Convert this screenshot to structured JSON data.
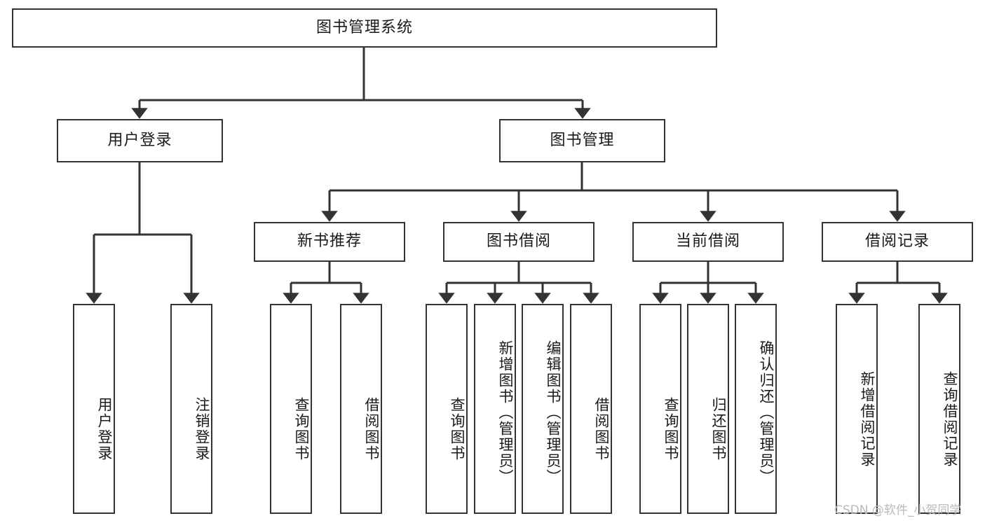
{
  "diagram": {
    "type": "tree-hierarchy-chart",
    "title": "图书管理系统",
    "watermark": "CSDN @软件_小贺同学",
    "colors": {
      "box_border": "#333333",
      "box_fill": "#ffffff",
      "edge": "#333333",
      "text": "#1a1a1a",
      "watermark": "#b9b9b9",
      "background": "#ffffff"
    },
    "root": {
      "id": "root",
      "label": "图书管理系统"
    },
    "level2": [
      {
        "id": "user-login",
        "label": "用户登录"
      },
      {
        "id": "book-manage",
        "label": "图书管理"
      }
    ],
    "level3": [
      {
        "id": "new-book-recommend",
        "label": "新书推荐",
        "parent": "book-manage"
      },
      {
        "id": "book-borrow",
        "label": "图书借阅",
        "parent": "book-manage"
      },
      {
        "id": "current-borrow",
        "label": "当前借阅",
        "parent": "book-manage"
      },
      {
        "id": "borrow-record",
        "label": "借阅记录",
        "parent": "book-manage"
      }
    ],
    "leaves": {
      "user_login": [
        {
          "id": "leaf-user-login",
          "label": "用户登录"
        },
        {
          "id": "leaf-user-logout",
          "label": "注销登录"
        }
      ],
      "new_book_recommend": [
        {
          "id": "leaf-query-book-1",
          "label": "查询图书"
        },
        {
          "id": "leaf-borrow-book-1",
          "label": "借阅图书"
        }
      ],
      "book_borrow": [
        {
          "id": "leaf-query-book-2",
          "label": "查询图书"
        },
        {
          "id": "leaf-add-book",
          "label": "新增图书（管理员）"
        },
        {
          "id": "leaf-edit-book",
          "label": "编辑图书（管理员）"
        },
        {
          "id": "leaf-borrow-book-2",
          "label": "借阅图书"
        }
      ],
      "current_borrow": [
        {
          "id": "leaf-query-book-3",
          "label": "查询图书"
        },
        {
          "id": "leaf-return-book",
          "label": "归还图书"
        },
        {
          "id": "leaf-confirm-return",
          "label": "确认归还（管理员）"
        }
      ],
      "borrow_record": [
        {
          "id": "leaf-add-record",
          "label": "新增借阅记录"
        },
        {
          "id": "leaf-query-record",
          "label": "查询借阅记录"
        }
      ]
    }
  }
}
